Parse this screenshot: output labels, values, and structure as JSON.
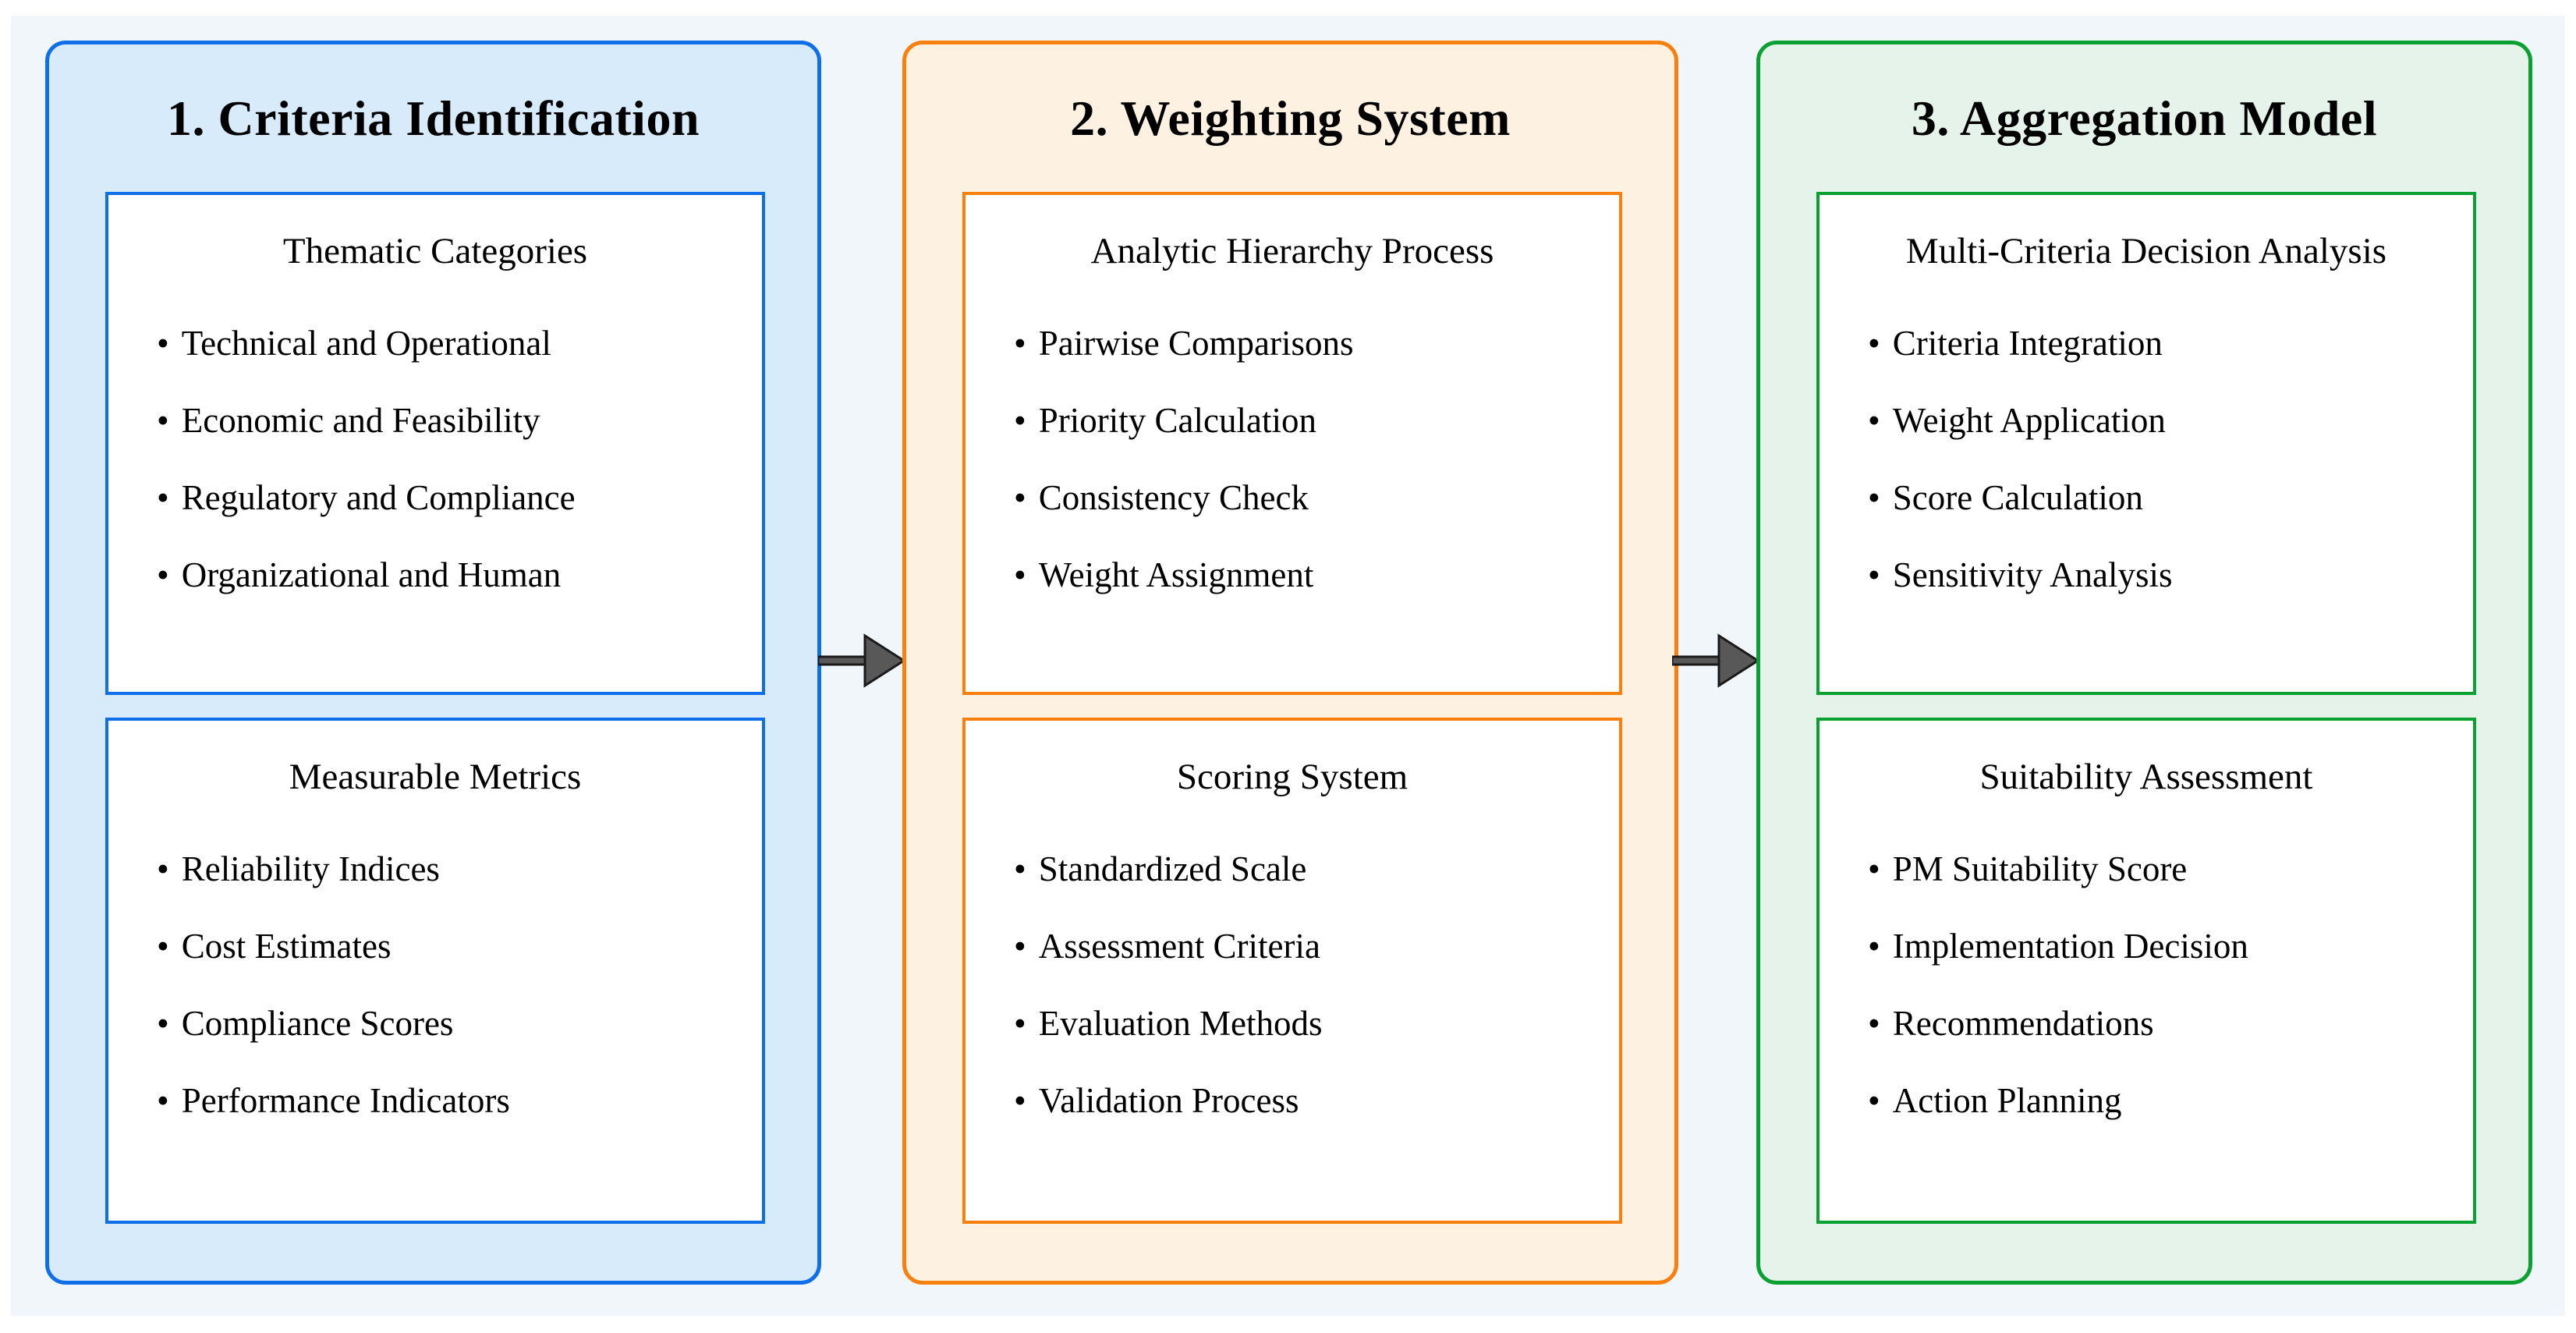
{
  "figure": {
    "background_color": "#f0f6fa",
    "text_color": "#000000"
  },
  "connectors": [
    {
      "icon": "arrow-right",
      "color": "#585858",
      "outline_color": "#1a1a1a"
    },
    {
      "icon": "arrow-right",
      "color": "#585858",
      "outline_color": "#1a1a1a"
    }
  ],
  "panels": [
    {
      "title": "1. Criteria Identification",
      "border_color": "#0e6fe8",
      "fill_color": "#d8ebfa",
      "boxes": [
        {
          "heading": "Thematic Categories",
          "items": [
            "Technical and Operational",
            "Economic and Feasibility",
            "Regulatory and Compliance",
            "Organizational and Human"
          ]
        },
        {
          "heading": "Measurable Metrics",
          "items": [
            "Reliability Indices",
            "Cost Estimates",
            "Compliance Scores",
            "Performance Indicators"
          ]
        }
      ]
    },
    {
      "title": "2. Weighting System",
      "border_color": "#f8800f",
      "fill_color": "#fdf1e1",
      "boxes": [
        {
          "heading": "Analytic Hierarchy Process",
          "items": [
            "Pairwise Comparisons",
            "Priority Calculation",
            "Consistency Check",
            "Weight Assignment"
          ]
        },
        {
          "heading": "Scoring System",
          "items": [
            "Standardized Scale",
            "Assessment Criteria",
            "Evaluation Methods",
            "Validation Process"
          ]
        }
      ]
    },
    {
      "title": "3. Aggregation Model",
      "border_color": "#0aa132",
      "fill_color": "#e5f3ea",
      "boxes": [
        {
          "heading": "Multi-Criteria Decision Analysis",
          "items": [
            "Criteria Integration",
            "Weight Application",
            "Score Calculation",
            "Sensitivity Analysis"
          ]
        },
        {
          "heading": "Suitability Assessment",
          "items": [
            "PM Suitability Score",
            "Implementation Decision",
            "Recommendations",
            "Action Planning"
          ]
        }
      ]
    }
  ]
}
